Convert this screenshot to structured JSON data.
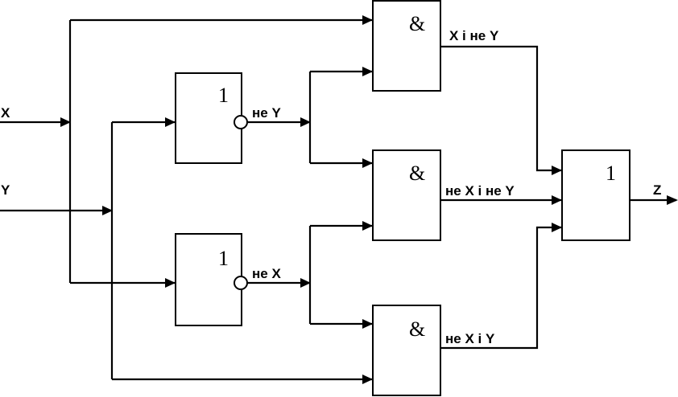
{
  "inputs": {
    "x": "X",
    "y": "Y"
  },
  "output": "Z",
  "gates": {
    "not_top": "1",
    "not_bottom": "1",
    "and_top": "&",
    "and_middle": "&",
    "and_bottom": "&",
    "or": "1"
  },
  "signals": {
    "not_y": "не Y",
    "not_x": "не X",
    "x_and_not_y": "X і не Y",
    "not_x_and_not_y": "не X і не Y",
    "not_x_and_y": "не X і Y"
  }
}
